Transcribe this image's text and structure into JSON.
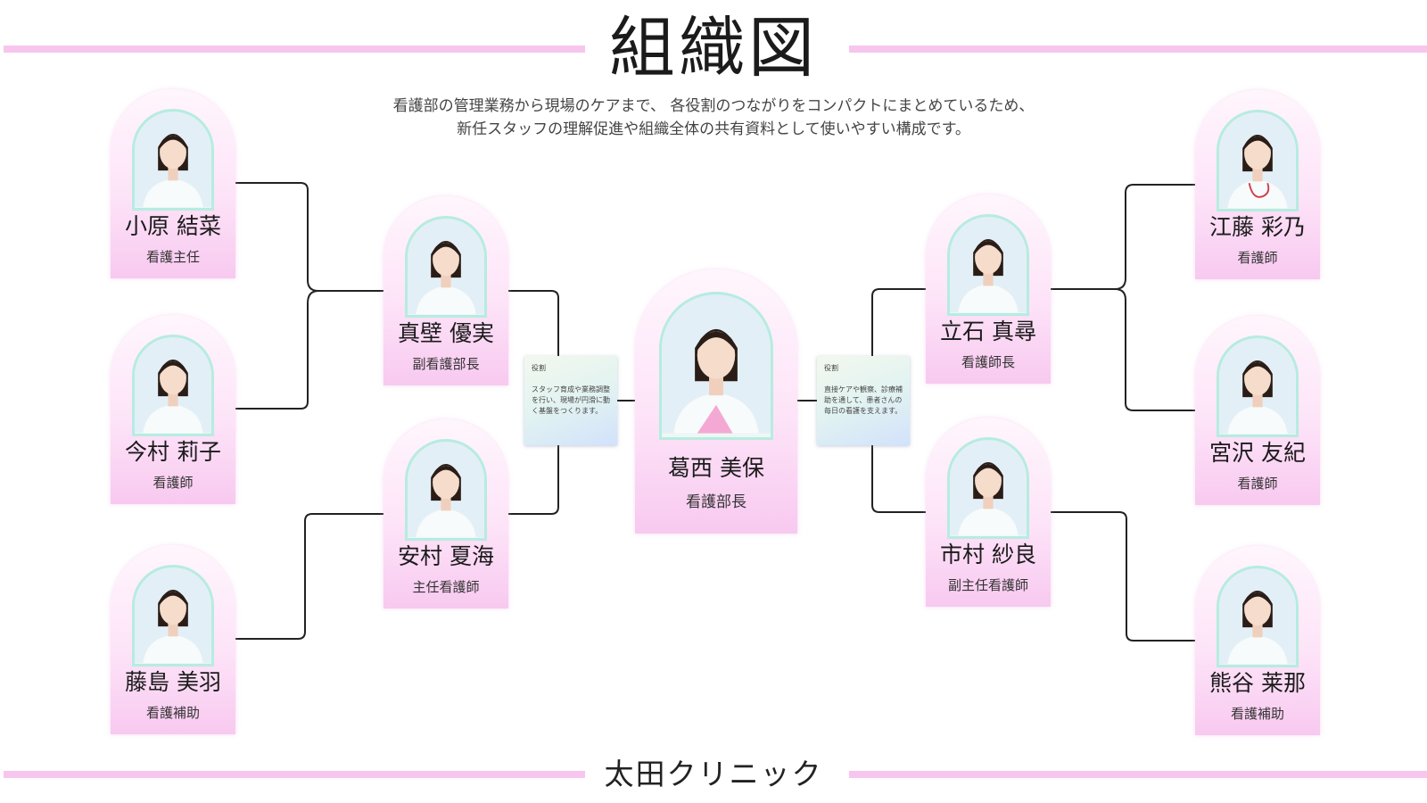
{
  "header": {
    "title": "組織図",
    "description": [
      "看護部の管理業務から現場のケアまで、 各役割のつながりをコンパクトにまとめているため、",
      "新任スタッフの理解促進や組織全体の共有資料として使いやすい構成です。"
    ]
  },
  "footer": {
    "org_name": "太田クリニック"
  },
  "director": {
    "name": "葛西 美保",
    "role": "看護部長"
  },
  "left_managers": [
    {
      "name": "真壁 優実",
      "role": "副看護部長"
    },
    {
      "name": "安村 夏海",
      "role": "主任看護師"
    }
  ],
  "right_managers": [
    {
      "name": "立石 真尋",
      "role": "看護師長"
    },
    {
      "name": "市村 紗良",
      "role": "副主任看護師"
    }
  ],
  "left_staff": [
    {
      "name": "小原 結菜",
      "role": "看護主任"
    },
    {
      "name": "今村 莉子",
      "role": "看護師"
    },
    {
      "name": "藤島 美羽",
      "role": "看護補助"
    }
  ],
  "right_staff": [
    {
      "name": "江藤 彩乃",
      "role": "看護師"
    },
    {
      "name": "宮沢 友紀",
      "role": "看護師"
    },
    {
      "name": "熊谷 莱那",
      "role": "看護補助"
    }
  ],
  "notes": {
    "left": {
      "heading": "役割",
      "text": "スタッフ育成や業務調整を行い、現場が円滑に動く基盤をつくります。"
    },
    "right": {
      "heading": "役割",
      "text": "直接ケアや観察、診療補助を通して、患者さんの毎日の看護を支えます。"
    }
  },
  "icons": [
    "nurse-portrait-icon"
  ],
  "colors": {
    "accent_pink": "#f7c6ee",
    "card_top": "#fff6fd",
    "card_bottom": "#f8c9f0",
    "frame_mint": "#b6ece0",
    "uniform": "#f7fbfb",
    "hair": "#2a1d18"
  }
}
